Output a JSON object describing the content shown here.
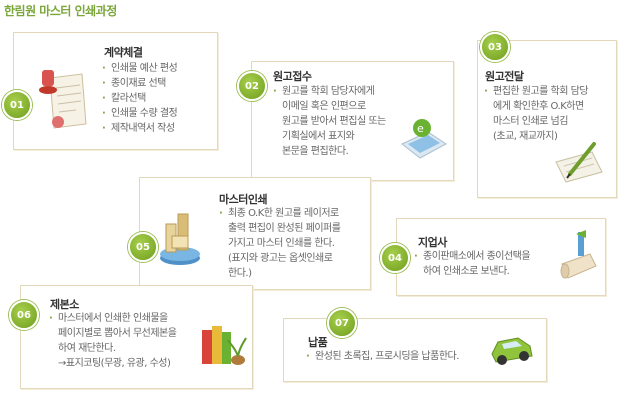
{
  "page": {
    "title": "한림원 마스터 인쇄과정"
  },
  "steps": [
    {
      "num": "01",
      "title": "계약체결",
      "items": [
        "인쇄물 예산 편성",
        "종이재료 선택",
        "칼라선택",
        "인쇄물 수량 결정",
        "제작내역서 작성"
      ],
      "icon": "contract-stamp-icon"
    },
    {
      "num": "02",
      "title": "원고접수",
      "items": [
        "원고를 학회 담당자에게",
        "이메일 혹은 인편으로",
        "원고를 받아서 편집실 또는",
        "기획실에서 표지와",
        "본문을 편집한다."
      ],
      "icon": "email-document-icon"
    },
    {
      "num": "03",
      "title": "원고전달",
      "items": [
        "편집한 원고를 학회 담당",
        "에게 확인한후 O.K하면",
        "마스터 인쇄로 넘김",
        "(초교, 재교까지)"
      ],
      "icon": "pen-document-icon"
    },
    {
      "num": "04",
      "title": "지업사",
      "items": [
        "종이판매소에서 종이선택을",
        "하여 인쇄소로 보낸다."
      ],
      "icon": "paper-roll-icon"
    },
    {
      "num": "05",
      "title": "마스터인쇄",
      "items": [
        "최종 O.K한 원고를 레이저로",
        "출력 편집이 완성된 페이퍼를",
        "가지고 마스터 인쇄를 한다.",
        "(표지와 광고는 옵셋인쇄로",
        "한다.)"
      ],
      "icon": "printing-blocks-icon"
    },
    {
      "num": "06",
      "title": "제본소",
      "items": [
        "마스터에서 인쇄한 인쇄물을",
        "페이지별로 뽑아서 무선제본을",
        "하여 재단한다.",
        "→표지코팅(무광, 유광, 수성)"
      ],
      "icon": "books-icon"
    },
    {
      "num": "07",
      "title": "납품",
      "items": [
        "완성된 초록집, 프로시딩을 납품한다."
      ],
      "icon": "delivery-car-icon"
    }
  ],
  "colors": {
    "accent": "#7aa63a",
    "badge": "#8ab832",
    "border": "#e4d8bb"
  }
}
